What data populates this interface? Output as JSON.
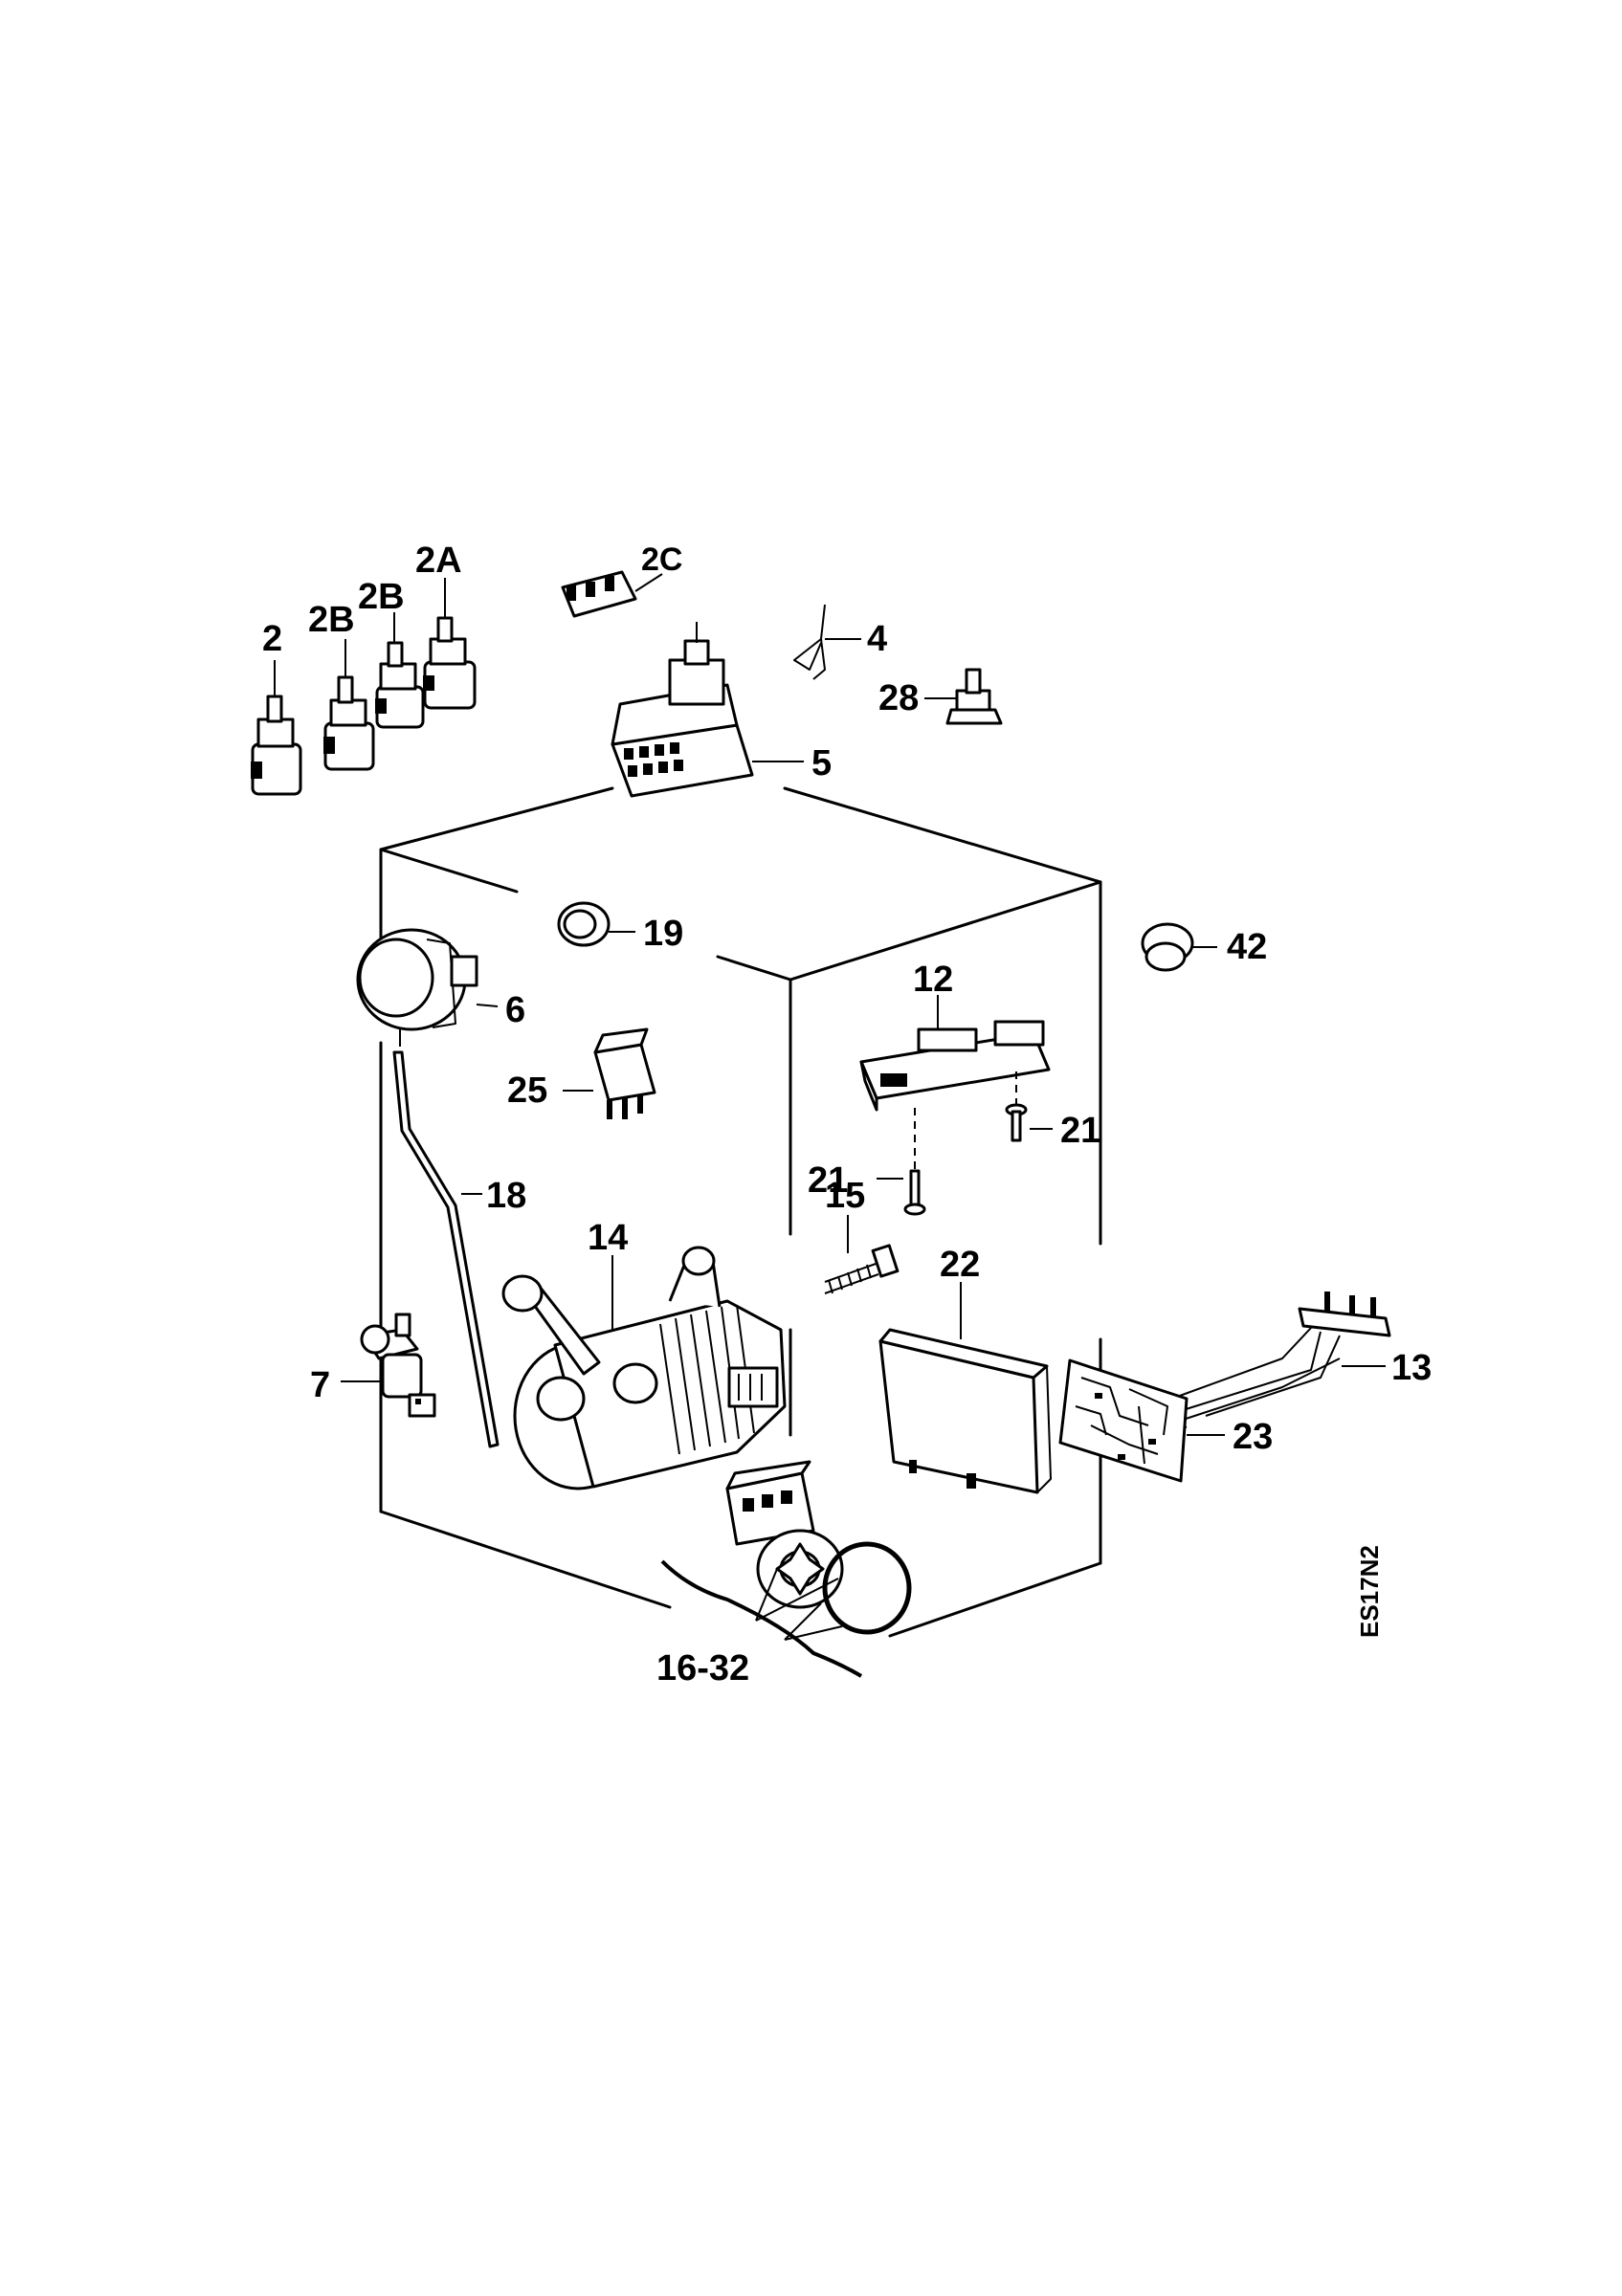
{
  "labels": {
    "p2": "2",
    "p2b_left": "2B",
    "p2b_right": "2B",
    "p2a": "2A",
    "p2c": "2C",
    "p4": "4",
    "p28": "28",
    "p5": "5",
    "p19": "19",
    "p42": "42",
    "p6": "6",
    "p12": "12",
    "p25": "25",
    "p21_right": "21",
    "p21_left": "21",
    "p18": "18",
    "p13": "13",
    "p14": "14",
    "p15": "15",
    "p22": "22",
    "p7": "7",
    "p23": "23",
    "p16_32": "16-32"
  },
  "figure_code": "ES17N2"
}
